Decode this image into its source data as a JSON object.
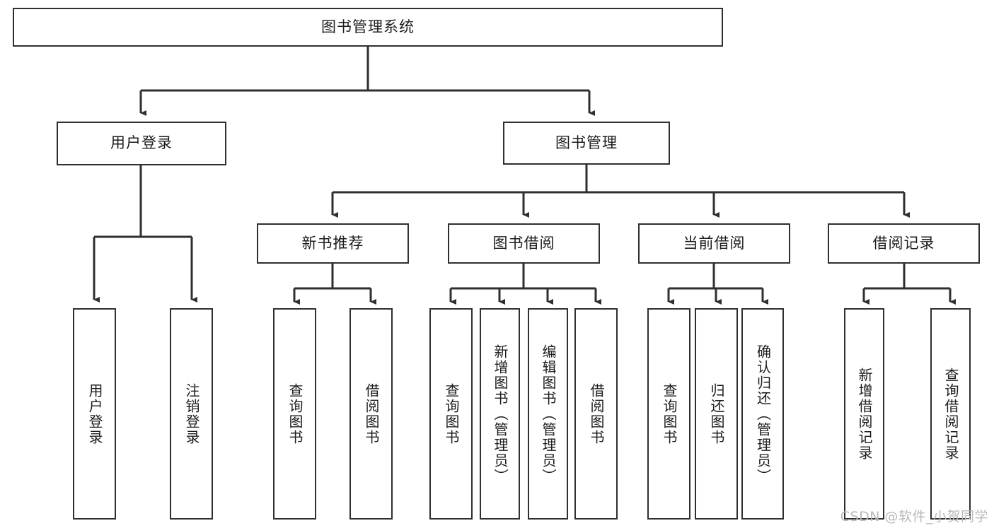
{
  "diagram": {
    "type": "tree",
    "title": "图书管理系统",
    "watermark": "CSDN @软件_小贺同学",
    "colors": {
      "stroke": "#2f2f2f",
      "fill": "#ffffff",
      "text": "#1c1c1c",
      "watermark": "#b9b9b9"
    },
    "nodes": {
      "root": "图书管理系统",
      "level1": [
        "用户登录",
        "图书管理"
      ],
      "level2": [
        "新书推荐",
        "图书借阅",
        "当前借阅",
        "借阅记录"
      ],
      "leaves_user_login": [
        "用户登录",
        "注销登录"
      ],
      "leaves_new_book": [
        "查询图书",
        "借阅图书"
      ],
      "leaves_borrow": [
        "查询图书",
        "新增图书（管理员）",
        "编辑图书（管理员）",
        "借阅图书"
      ],
      "leaves_current": [
        "查询图书",
        "归还图书",
        "确认归还（管理员）"
      ],
      "leaves_records": [
        "新增借阅记录",
        "查询借阅记录"
      ]
    }
  }
}
